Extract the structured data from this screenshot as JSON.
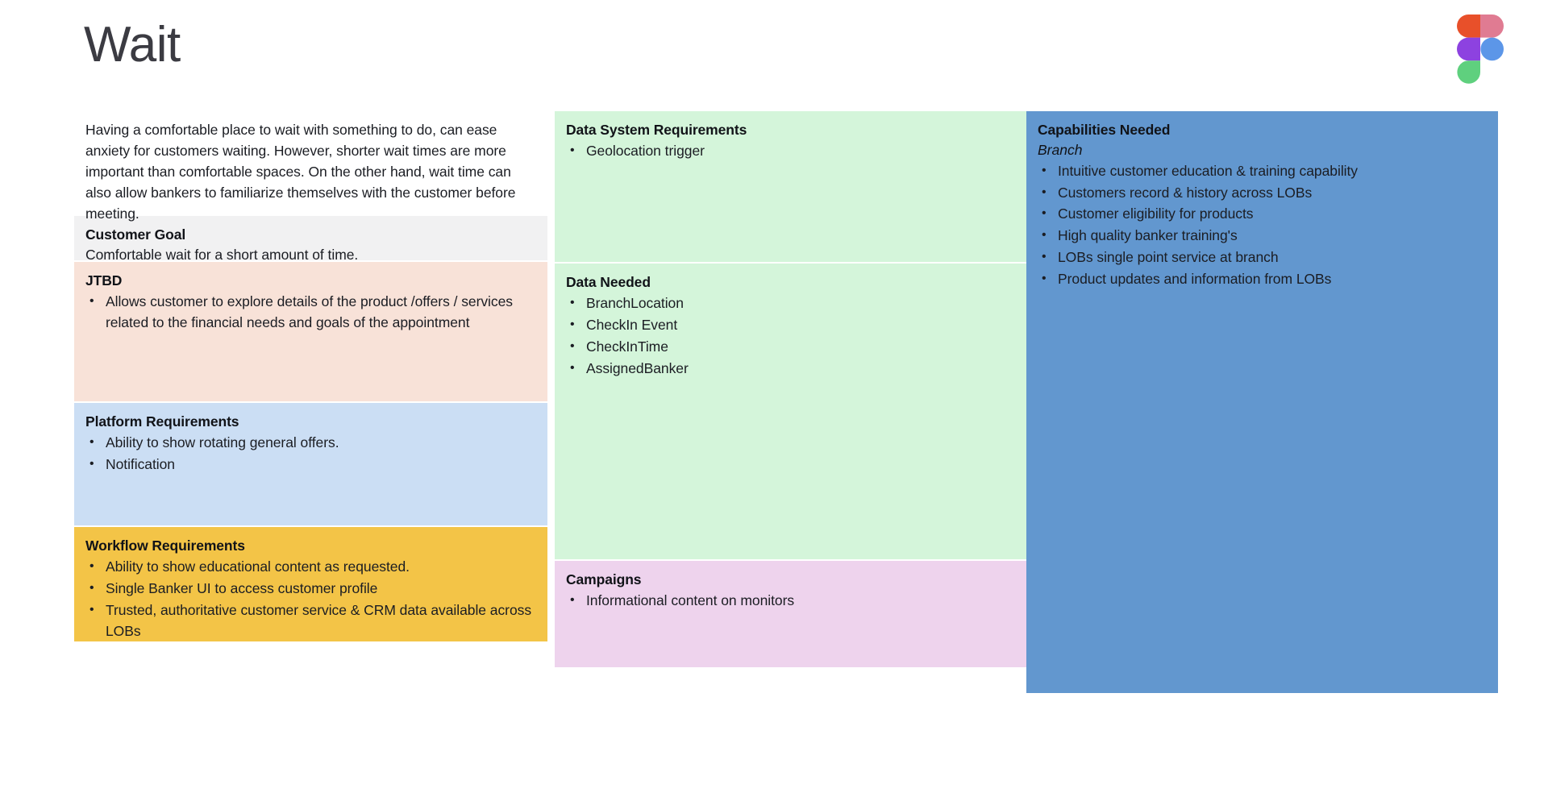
{
  "page": {
    "title": "Wait",
    "logo": "figma-logo"
  },
  "colors": {
    "grey": "#f1f1f2",
    "peach": "#f8e2d8",
    "light_blue": "#cbdef4",
    "yellow": "#f3c447",
    "green": "#d4f5da",
    "lilac": "#eed3ed",
    "blue": "#6297cf",
    "figma_orange": "#e8502a",
    "figma_pink": "#e07b92",
    "figma_purple": "#8d42e0",
    "figma_blue": "#5c96e8",
    "figma_green": "#5fd07e"
  },
  "left_column": {
    "intro": {
      "paragraph": "Having a comfortable place to wait with something to do, can ease anxiety for customers waiting. However, shorter wait times are more important than comfortable spaces. On the other hand, wait time can also allow bankers to familiarize themselves with the customer before meeting."
    },
    "customer_goal": {
      "title": "Customer Goal",
      "text": "Comfortable wait for a short amount of time."
    },
    "jtbd": {
      "title": "JTBD",
      "bullets": [
        "Allows customer to explore details of the product /offers / services related to the financial needs and goals of the appointment"
      ]
    },
    "platform_requirements": {
      "title": "Platform Requirements",
      "bullets": [
        "Ability to show rotating general offers.",
        "Notification"
      ]
    },
    "workflow_requirements": {
      "title": "Workflow Requirements",
      "bullets": [
        "Ability to show educational content as requested.",
        "Single Banker UI to access customer profile",
        "Trusted, authoritative customer service & CRM data available across LOBs"
      ]
    }
  },
  "middle_column": {
    "data_system_requirements": {
      "title": "Data System Requirements",
      "bullets": [
        "Geolocation trigger"
      ]
    },
    "data_needed": {
      "title": "Data Needed",
      "bullets": [
        "BranchLocation",
        "CheckIn Event",
        "CheckInTime",
        "AssignedBanker"
      ]
    },
    "campaigns": {
      "title": "Campaigns",
      "bullets": [
        "Informational content on monitors"
      ]
    }
  },
  "right_column": {
    "capabilities_needed": {
      "title": "Capabilities Needed",
      "subtitle": "Branch",
      "bullets": [
        "Intuitive customer education & training capability",
        "Customers record & history across LOBs",
        "Customer eligibility for products",
        "High quality banker training's",
        "LOBs single point service at branch",
        "Product updates and information from LOBs"
      ]
    }
  }
}
